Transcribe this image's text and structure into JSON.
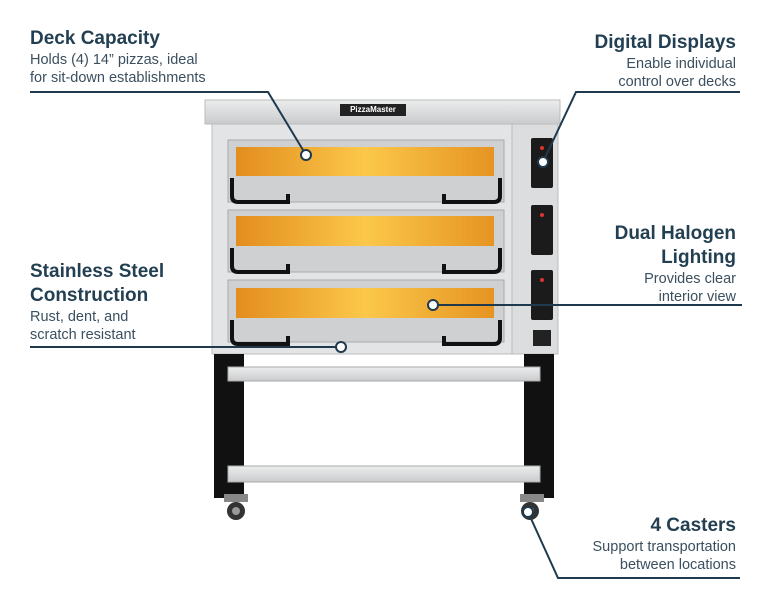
{
  "brand_label": "PizzaMaster",
  "callouts": {
    "deck_capacity": {
      "title": "Deck Capacity",
      "desc_1": "Holds (4) 14” pizzas, ideal",
      "desc_2": "for sit-down establishments"
    },
    "digital_displays": {
      "title": "Digital Displays",
      "desc_1": "Enable individual",
      "desc_2": "control over decks"
    },
    "stainless_steel": {
      "title_1": "Stainless Steel",
      "title_2": "Construction",
      "desc_1": "Rust, dent, and",
      "desc_2": "scratch resistant"
    },
    "halogen": {
      "title_1": "Dual Halogen",
      "title_2": "Lighting",
      "desc_1": "Provides clear",
      "desc_2": "interior view"
    },
    "casters": {
      "title": "4 Casters",
      "desc_1": "Support transportation",
      "desc_2": "between locations"
    }
  },
  "colors": {
    "line": "#1f3a4d",
    "steel": "#d9dadb",
    "glow": "#f4b335",
    "frame": "#111111"
  }
}
